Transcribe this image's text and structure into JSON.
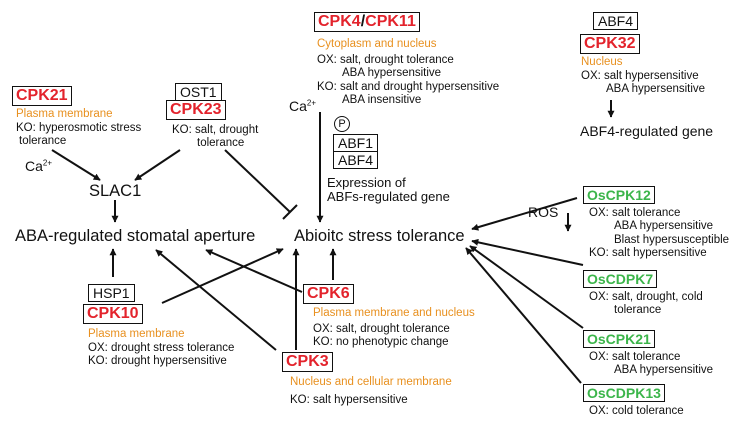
{
  "colors": {
    "red": "#E3232C",
    "green": "#3BB54A",
    "orange": "#E8901F",
    "ink": "#111111"
  },
  "nodes": {
    "aba_stomatal": "ABA-regulated stomatal aperture",
    "abiotic": "Abioitc stress tolerance",
    "slac1": "SLAC1",
    "abf4_gene": "ABF4-regulated gene",
    "expression_1": "Expression of",
    "expression_2": "ABFs-regulated gene",
    "ros": "ROS",
    "ca_left": "Ca",
    "ca_left_sup": "2+",
    "ca_mid": "Ca",
    "ca_mid_sup": "2+",
    "p": "P"
  },
  "boxes": {
    "ost1": "OST1",
    "hsp1": "HSP1",
    "abf4_top": "ABF4",
    "abf1": "ABF1",
    "abf4_mid": "ABF4"
  },
  "kinases": {
    "cpk21": {
      "name": "CPK21",
      "loc": "Plasma membrane",
      "lines": [
        "KO: hyperosmotic stress",
        "tolerance"
      ]
    },
    "cpk23": {
      "name": "CPK23",
      "lines": [
        "KO: salt, drought",
        "tolerance"
      ]
    },
    "cpk4_11": {
      "name_a": "CPK4",
      "sep": "/",
      "name_b": "CPK11",
      "loc": "Cytoplasm and nucleus",
      "lines": [
        "OX: salt, drought tolerance",
        "ABA hypersensitive",
        "KO: salt and drought hypersensitive",
        "ABA insensitive"
      ]
    },
    "cpk32": {
      "name": "CPK32",
      "loc": "Nucleus",
      "lines": [
        "OX: salt hypersensitive",
        "ABA hypersensitive"
      ]
    },
    "cpk10": {
      "name": "CPK10",
      "loc": "Plasma membrane",
      "lines": [
        "OX: drought stress tolerance",
        "KO: drought hypersensitive"
      ]
    },
    "cpk6": {
      "name": "CPK6",
      "loc": "Plasma membrane and nucleus",
      "lines": [
        "OX: salt, drought tolerance",
        "KO: no phenotypic change"
      ]
    },
    "cpk3": {
      "name": "CPK3",
      "loc": "Nucleus and cellular membrane",
      "lines": [
        "KO: salt hypersensitive"
      ]
    },
    "oscpk12": {
      "name": "OsCPK12",
      "lines": [
        "OX: salt tolerance",
        "ABA hypersensitive",
        "Blast hypersusceptible",
        "KO: salt hypersensitive"
      ]
    },
    "oscdpk7": {
      "name": "OsCDPK7",
      "lines": [
        "OX: salt, drought, cold",
        "tolerance"
      ]
    },
    "oscpk21": {
      "name": "OsCPK21",
      "lines": [
        "OX: salt tolerance",
        "ABA hypersensitive"
      ]
    },
    "oscdpk13": {
      "name": "OsCDPK13",
      "lines": [
        "OX: cold tolerance"
      ]
    }
  }
}
